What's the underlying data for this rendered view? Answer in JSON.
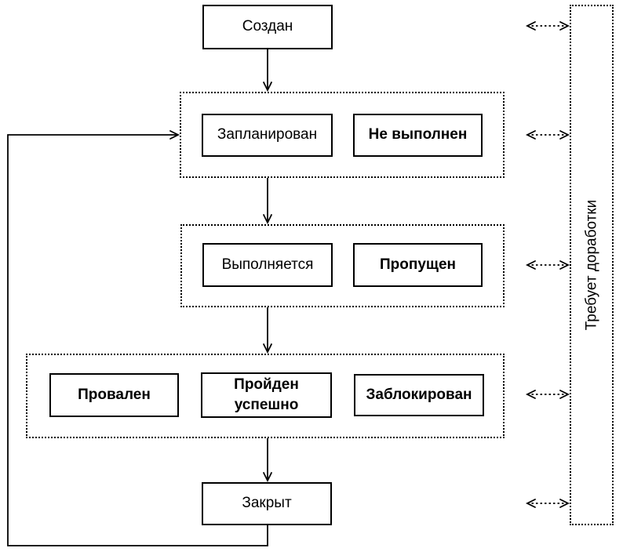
{
  "diagram": {
    "type": "state-flowchart",
    "language": "ru",
    "background_color": "#ffffff",
    "line_color": "#000000",
    "box_fill_color": "#ffffff",
    "nodes": {
      "created": "Создан",
      "planned": "Запланирован",
      "not_executed": "Не выполнен",
      "executing": "Выполняется",
      "skipped": "Пропущен",
      "failed": "Провален",
      "passed": "Пройден успешно",
      "blocked": "Заблокирован",
      "closed": "Закрыт",
      "rework": "Требует доработки"
    },
    "edges": [
      {
        "from": "created",
        "to": "planned-group",
        "style": "solid-arrow"
      },
      {
        "from": "planned-group",
        "to": "executing-group",
        "style": "solid-arrow"
      },
      {
        "from": "executing-group",
        "to": "result-group",
        "style": "solid-arrow"
      },
      {
        "from": "result-group",
        "to": "closed",
        "style": "solid-arrow"
      },
      {
        "from": "closed",
        "to": "planned-group",
        "style": "solid-arrow-loop-left"
      },
      {
        "from": "created",
        "to": "rework",
        "style": "dashed-double-arrow"
      },
      {
        "from": "planned-group",
        "to": "rework",
        "style": "dashed-double-arrow"
      },
      {
        "from": "executing-group",
        "to": "rework",
        "style": "dashed-double-arrow"
      },
      {
        "from": "result-group",
        "to": "rework",
        "style": "dashed-double-arrow"
      },
      {
        "from": "closed",
        "to": "rework",
        "style": "dashed-double-arrow"
      }
    ]
  }
}
